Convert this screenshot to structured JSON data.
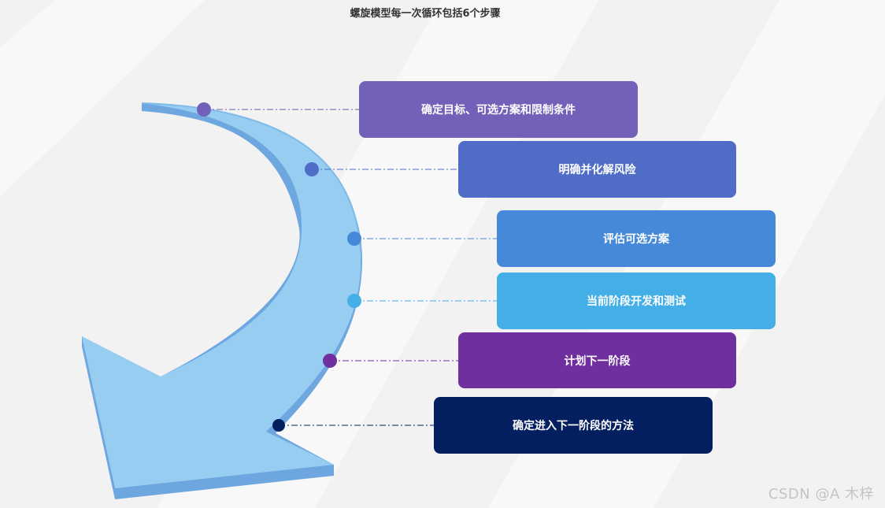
{
  "title": "螺旋模型每一次循环包括6个步骤",
  "steps": [
    {
      "label": "确定目标、可选方案和限制条件",
      "color": "#7360b9"
    },
    {
      "label": "明确并化解风险",
      "color": "#4f6cc7"
    },
    {
      "label": "评估可选方案",
      "color": "#4689d9"
    },
    {
      "label": "当前阶段开发和测试",
      "color": "#44afe7"
    },
    {
      "label": "计划下一阶段",
      "color": "#6f2f9e"
    },
    {
      "label": "确定进入下一阶段的方法",
      "color": "#041f5f"
    }
  ],
  "colors": {
    "arrow_face": "#96cdf0",
    "arrow_side": "#6ea6e0",
    "connector_line": "#5a7fc0"
  },
  "watermark": "CSDN @A  木梓"
}
